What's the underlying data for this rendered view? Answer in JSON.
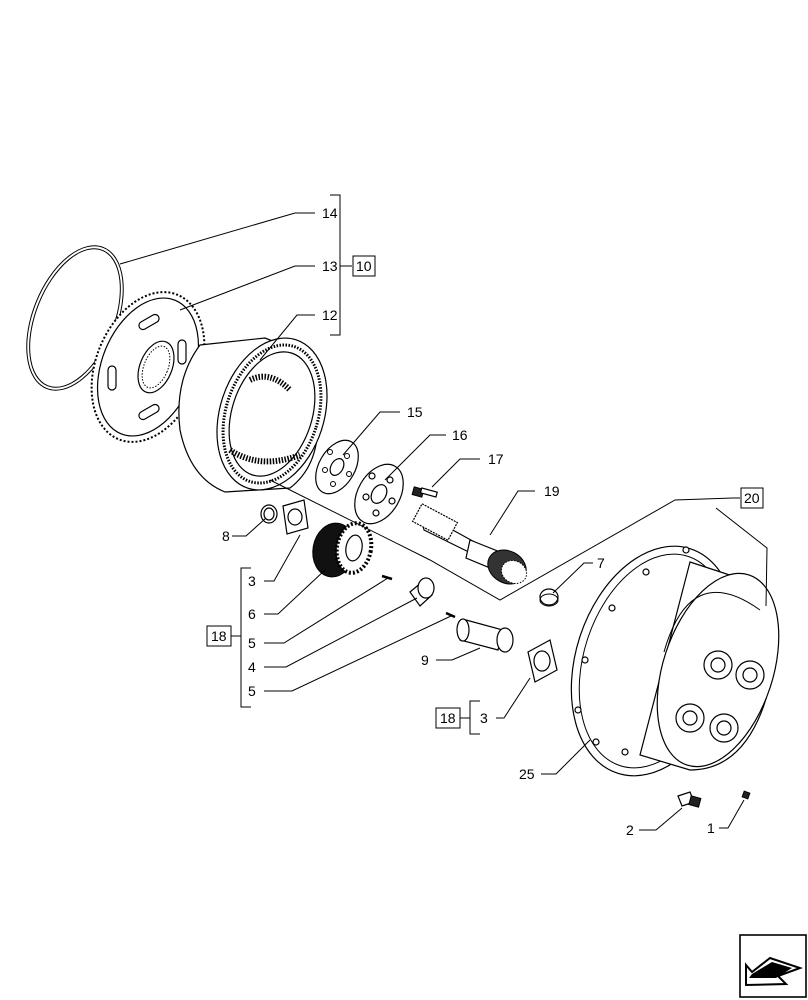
{
  "callouts": {
    "c14": "14",
    "c13": "13",
    "c12": "12",
    "c10": "10",
    "c15": "15",
    "c16": "16",
    "c17": "17",
    "c19": "19",
    "c20": "20",
    "c7": "7",
    "c8": "8",
    "c3a": "3",
    "c6": "6",
    "c5a": "5",
    "c4": "4",
    "c5b": "5",
    "c18a": "18",
    "c9": "9",
    "c18b": "18",
    "c3b": "3",
    "c25": "25",
    "c2": "2",
    "c1": "1"
  },
  "icons": {
    "nav": "next-page-arrow-icon"
  }
}
